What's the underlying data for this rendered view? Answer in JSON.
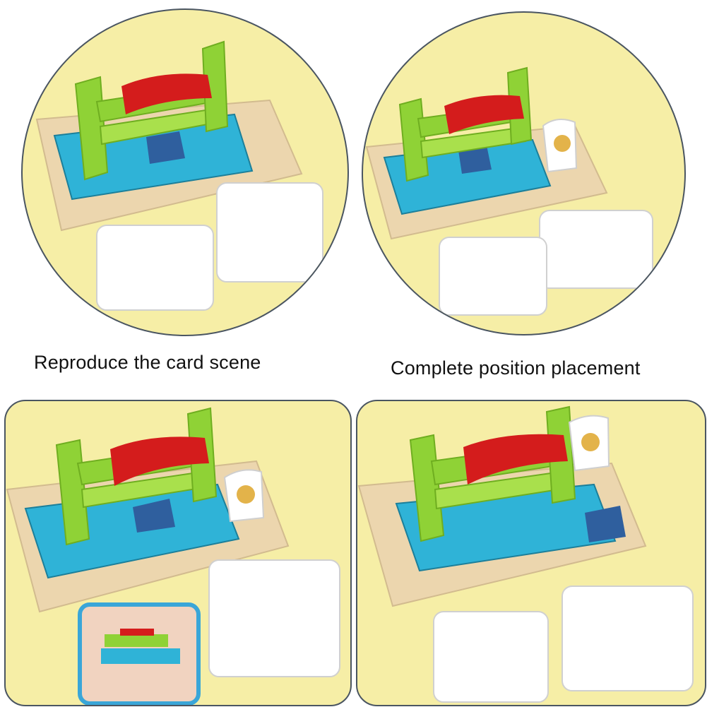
{
  "captions": {
    "left": "Reproduce the card scene",
    "right": "Complete position placement"
  },
  "panels": [
    {
      "name": "panel-1",
      "has_cat": false,
      "pillow_position": "under-bed",
      "has_scene_card": false
    },
    {
      "name": "panel-2",
      "has_cat": true,
      "cat_position": "beside-bed",
      "pillow_position": "under-bed",
      "has_scene_card": false
    },
    {
      "name": "panel-3",
      "has_cat": true,
      "cat_position": "beside-bed",
      "pillow_position": "under-bed",
      "has_scene_card": true
    },
    {
      "name": "panel-4",
      "has_cat": true,
      "cat_position": "behind-bed",
      "pillow_position": "beside-bed",
      "has_scene_card": false
    }
  ],
  "colors": {
    "background": "#f6eea6",
    "board": "#ecd6ae",
    "rug": "#2fb3d7",
    "bed_frame": "#8fd236",
    "blanket": "#d41c1c",
    "pillow": "#2f5f9e",
    "card": "#ffffff",
    "panel_border": "#4a5561"
  }
}
